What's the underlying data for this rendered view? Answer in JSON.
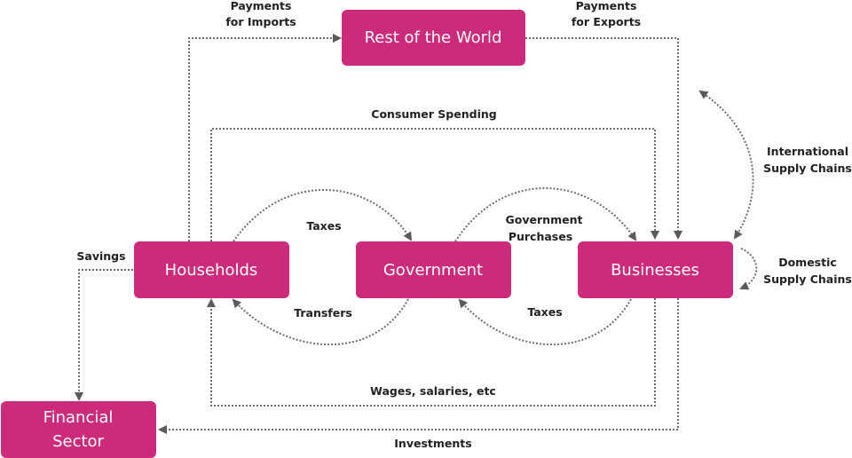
{
  "title": "Circular flow of the economy",
  "colors": {
    "node_fill": "#cc2a7a",
    "node_text": "#ffffff",
    "arrow": "#6e6e6e",
    "label": "#222222"
  },
  "nodes": {
    "rest_of_world": "Rest of the World",
    "households": "Households",
    "government": "Government",
    "businesses": "Businesses",
    "financial_sector": [
      "Financial",
      "Sector"
    ]
  },
  "flows": {
    "payments_imports": [
      "Payments",
      "for Imports"
    ],
    "payments_exports": [
      "Payments",
      "for Exports"
    ],
    "consumer_spending": "Consumer Spending",
    "international_supply": [
      "International",
      "Supply Chains"
    ],
    "domestic_supply": [
      "Domestic",
      "Supply Chains"
    ],
    "taxes_households": "Taxes",
    "transfers": "Transfers",
    "gov_purchases": [
      "Government",
      "Purchases"
    ],
    "taxes_businesses": "Taxes",
    "savings": "Savings",
    "wages": "Wages, salaries, etc",
    "investments": "Investments"
  }
}
